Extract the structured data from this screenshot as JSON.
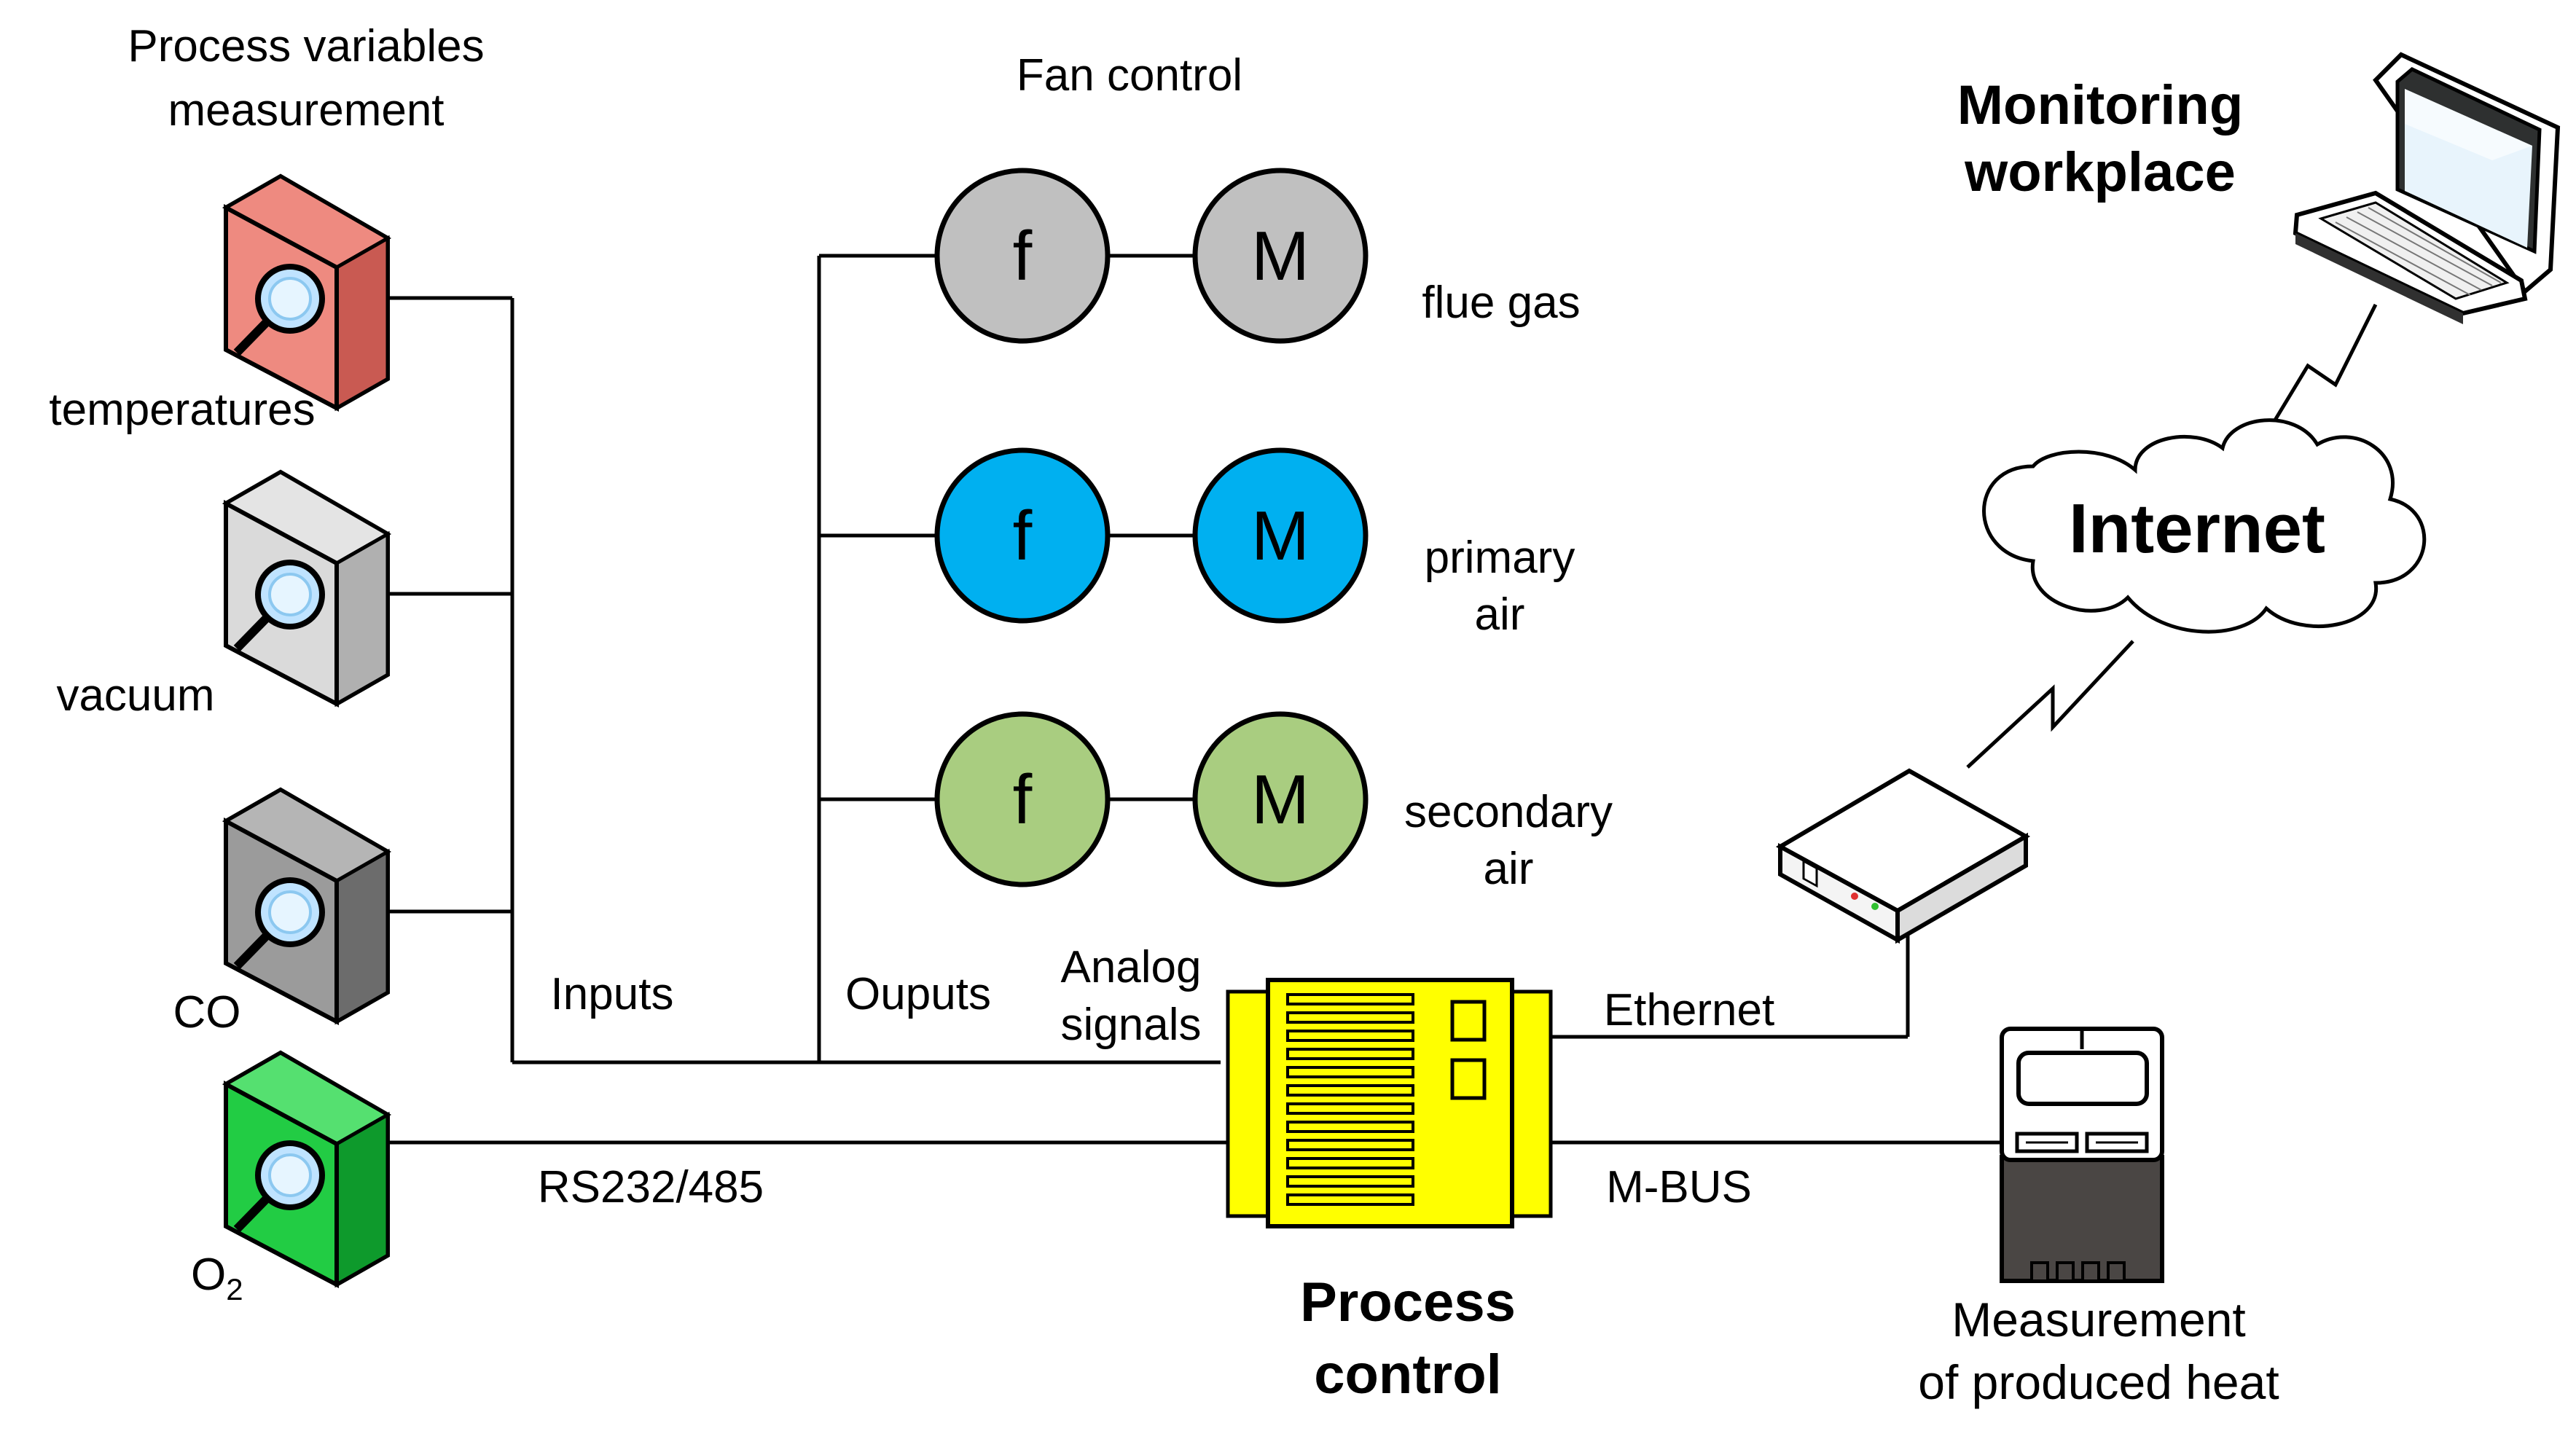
{
  "titles": {
    "process_variables_line1": "Process variables",
    "process_variables_line2": "measurement",
    "fan_control": "Fan control",
    "monitoring_line1": "Monitoring",
    "monitoring_line2": "workplace",
    "internet": "Internet",
    "process_control_line1": "Process",
    "process_control_line2": "control",
    "heat_line1": "Measurement",
    "heat_line2": "of produced heat"
  },
  "sensors": [
    {
      "label": "temperatures",
      "color": "#ee8a80"
    },
    {
      "label": "vacuum",
      "color": "#d8d8d8"
    },
    {
      "label": "CO",
      "color": "#9b9b9b"
    },
    {
      "label": "O",
      "label_sub": "2",
      "color": "#22cc44"
    }
  ],
  "fans": [
    {
      "f": "f",
      "m": "M",
      "label_line1": "flue gas",
      "label_line2": "",
      "color": "#c0c0c0"
    },
    {
      "f": "f",
      "m": "M",
      "label_line1": "primary",
      "label_line2": "air",
      "color": "#00b0f0"
    },
    {
      "f": "f",
      "m": "M",
      "label_line1": "secondary",
      "label_line2": "air",
      "color": "#a9cd80"
    }
  ],
  "connections": {
    "inputs": "Inputs",
    "outputs": "Ouputs",
    "analog_line1": "Analog",
    "analog_line2": "signals",
    "rs232": "RS232/485",
    "ethernet": "Ethernet",
    "mbus": "M-BUS"
  },
  "colors": {
    "controller": "#ffff00",
    "heat_meter_body": "#4a4644"
  }
}
